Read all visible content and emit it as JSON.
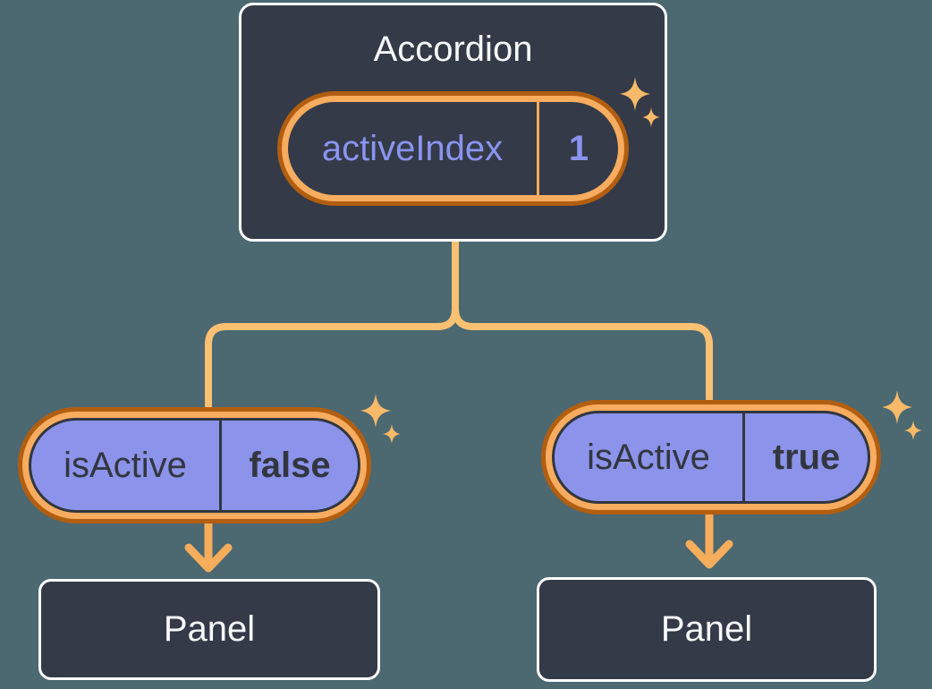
{
  "diagram": {
    "root": {
      "title": "Accordion",
      "prop": {
        "name": "activeIndex",
        "value": "1"
      }
    },
    "children": [
      {
        "prop": {
          "name": "isActive",
          "value": "false"
        },
        "panel_label": "Panel"
      },
      {
        "prop": {
          "name": "isActive",
          "value": "true"
        },
        "panel_label": "Panel"
      }
    ]
  },
  "icons": {
    "sparkles": "sparkles-icon",
    "arrow_down": "arrow-down-icon"
  },
  "colors": {
    "background": "#4C6871",
    "box_fill": "#343A47",
    "box_border": "#FFFFFF",
    "title_text": "#F7F8FA",
    "periwinkle_text": "#8A94F0",
    "purple_fill": "#8C93EA",
    "ink_text": "#32363F",
    "connector_gold": "#FBC172",
    "arrow_gold": "#F6AD5C",
    "ring_light": "#F7AC5F",
    "ring_dark": "#B25E10",
    "sparkle_gold": "#F8BA69"
  }
}
